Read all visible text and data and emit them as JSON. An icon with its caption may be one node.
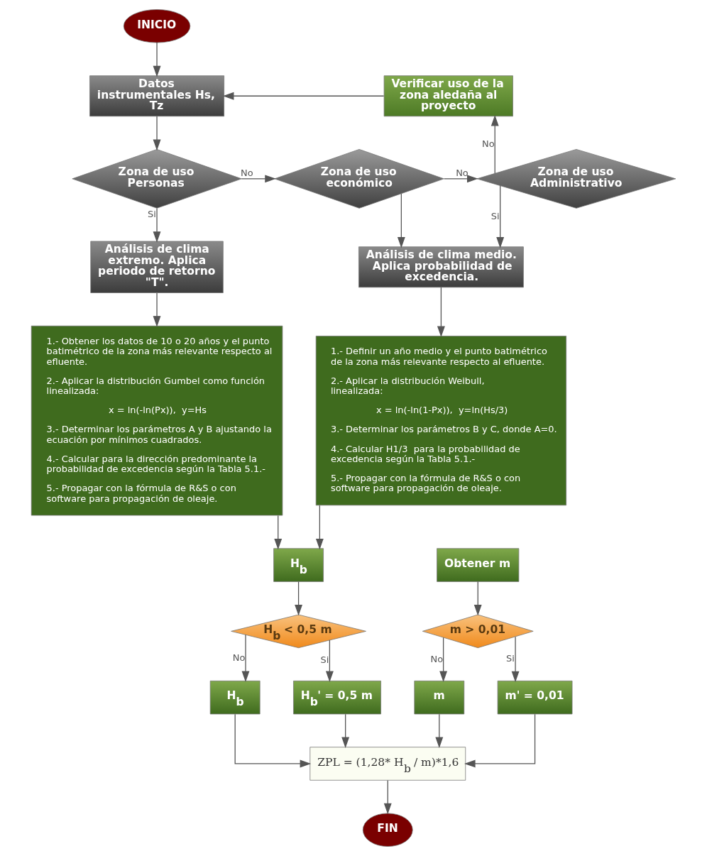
{
  "diagram": {
    "nodes": [
      {
        "text": [
          "INICIO"
        ]
      },
      {
        "text": [
          "Datos instrumentales Hs, Tz"
        ]
      },
      {
        "text": [
          "Verificar uso de la zona aledaña al proyecto"
        ]
      },
      {
        "text": [
          "Zona de uso Personas"
        ]
      },
      {
        "text": [
          "Zona de uso económico"
        ]
      },
      {
        "text": [
          "Zona de uso Administrativo"
        ]
      },
      {
        "text": [
          "Análisis de clima extremo. Aplica periodo de retorno \"T\"."
        ]
      },
      {
        "text": [
          "Análisis de clima medio. Aplica probabilidad de excedencia."
        ]
      },
      {
        "text": [
          "1.- Obtener los datos de 10 o 20 años y el punto batimétrico de la zona más relevante respecto al efluente.",
          "2.- Aplicar la distribución Gumbel como función linealizada:",
          "x = ln(-ln(Px)),  y=Hs",
          "3.- Determinar los parámetros A y B ajustando la ecuación por mínimos cuadrados.",
          "4.- Calcular para la dirección predominante la probabilidad de excedencia según la Tabla 5.1.-",
          "5.- Propagar con la fórmula de R&S o con software para propagación de oleaje."
        ]
      },
      {
        "text": [
          "1.- Definir un año medio y el punto batimétrico de la zona más relevante respecto al efluente.",
          "2.- Aplicar la distribución Weibull, linealizada:",
          "x = ln(-ln(1-Px)),  y=ln(Hs/3)",
          "3.- Determinar los parámetros B y C, donde A=0.",
          "4.- Calcular H1/3  para la probabilidad de excedencia según la Tabla 5.1.-",
          "5.- Propagar con la fórmula de R&S o con software para propagación de oleaje."
        ]
      },
      {
        "text": [
          "H$_{b}$"
        ]
      },
      {
        "text": [
          "Obtener m"
        ]
      },
      {
        "text": [
          "H$_{b}$ < 0,5 m"
        ]
      },
      {
        "text": [
          "m > 0,01"
        ]
      },
      {
        "text": [
          "H$_{b}$"
        ]
      },
      {
        "text": [
          "m"
        ]
      },
      {
        "text": [
          "H$_{b}$' = 0,5 m"
        ]
      },
      {
        "text": [
          "m' = 0,01"
        ]
      },
      {
        "text": [
          "ZPL = (1,28* H$_{b}$ / m)*1,6"
        ]
      },
      {
        "text": [
          "FIN"
        ]
      }
    ],
    "edges": [
      {
        "from": 0,
        "to": 1,
        "arrow": "to"
      },
      {
        "from": 1,
        "to": 3,
        "arrow": "to"
      },
      {
        "from": 3,
        "to": 4,
        "arrow": "to",
        "label": "No"
      },
      {
        "from": 4,
        "to": 5,
        "arrow": "to",
        "label": "No"
      },
      {
        "from": 5,
        "to": 2,
        "arrow": "to",
        "label": "No"
      },
      {
        "from": 2,
        "to": 1,
        "arrow": "to"
      },
      {
        "from": 3,
        "to": 6,
        "arrow": "to",
        "label": "Si"
      },
      {
        "from": 4,
        "to": 7,
        "arrow": "to"
      },
      {
        "from": 5,
        "to": 7,
        "arrow": "to",
        "label": "Si"
      },
      {
        "from": 6,
        "to": 8,
        "arrow": "to"
      },
      {
        "from": 7,
        "to": 9,
        "arrow": "to"
      },
      {
        "from": 8,
        "to": 10,
        "arrow": "to"
      },
      {
        "from": 9,
        "to": 10,
        "arrow": "to"
      },
      {
        "from": 10,
        "to": 12,
        "arrow": "to"
      },
      {
        "from": 11,
        "to": 13,
        "arrow": "to"
      },
      {
        "from": 12,
        "to": 16,
        "arrow": "to",
        "label": "Si"
      },
      {
        "from": 12,
        "to": 14,
        "arrow": "to",
        "label": "No"
      },
      {
        "from": 13,
        "to": 17,
        "arrow": "to",
        "label": "Si"
      },
      {
        "from": 13,
        "to": 15,
        "arrow": "to",
        "label": "No"
      },
      {
        "from": 16,
        "to": 18,
        "arrow": "to"
      },
      {
        "from": 14,
        "to": 18,
        "arrow": "to"
      },
      {
        "from": 15,
        "to": 18,
        "arrow": "to"
      },
      {
        "from": 17,
        "to": 18,
        "arrow": "to"
      },
      {
        "from": 18,
        "to": 19,
        "arrow": "to"
      }
    ]
  }
}
